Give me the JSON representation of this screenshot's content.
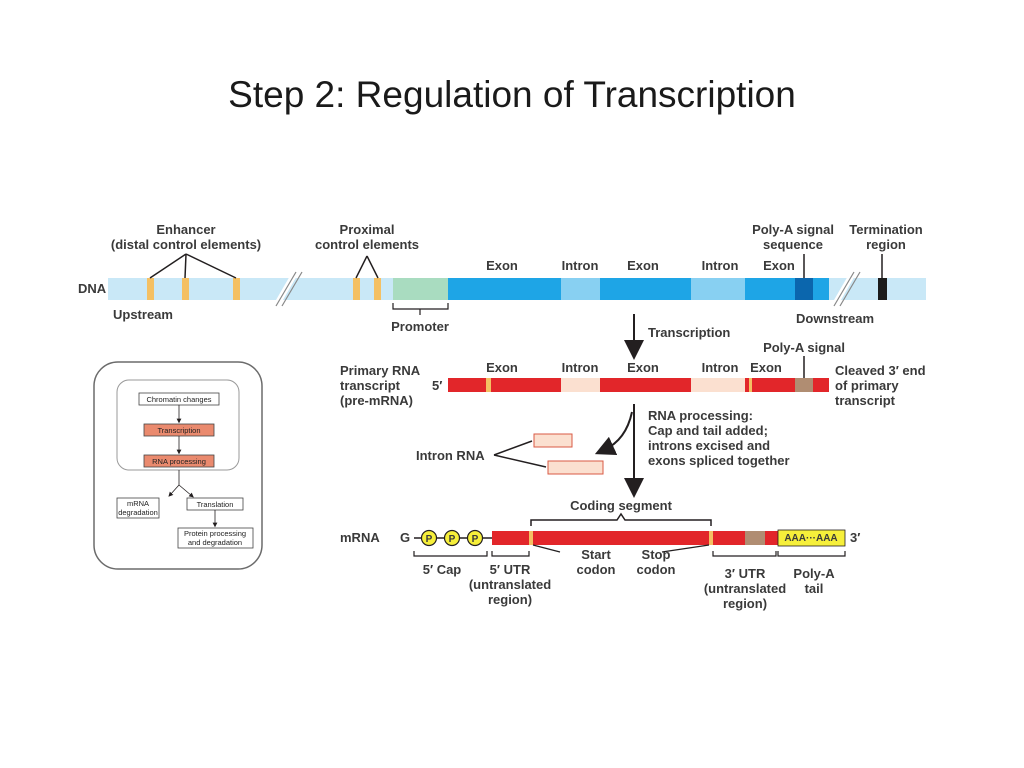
{
  "title": "Step 2: Regulation of Transcription",
  "dna": {
    "label": "DNA",
    "enhancer_l1": "Enhancer",
    "enhancer_l2": "(distal control elements)",
    "proximal_l1": "Proximal",
    "proximal_l2": "control elements",
    "exon": "Exon",
    "intron": "Intron",
    "polya_l1": "Poly-A signal",
    "polya_l2": "sequence",
    "term_l1": "Termination",
    "term_l2": "region",
    "upstream": "Upstream",
    "promoter": "Promoter",
    "downstream": "Downstream"
  },
  "transcription_label": "Transcription",
  "primary": {
    "l1": "Primary RNA",
    "l2": "transcript",
    "l3": "(pre-mRNA)",
    "five": "5′",
    "exon": "Exon",
    "intron": "Intron",
    "polya_signal": "Poly-A signal",
    "cleaved_l1": "Cleaved 3′ end",
    "cleaved_l2": "of primary",
    "cleaved_l3": "transcript"
  },
  "processing": {
    "l1": "RNA processing:",
    "l2": "Cap and tail added;",
    "l3": "introns excised and",
    "l4": "exons spliced together"
  },
  "intron_rna": "Intron RNA",
  "mrna": {
    "label": "mRNA",
    "g": "G",
    "p": "P",
    "three": "3′",
    "coding_segment": "Coding segment",
    "aaa": "AAA···AAA",
    "cap": "5′ Cap",
    "utr5_l1": "5′ UTR",
    "utr5_l2": "(untranslated",
    "utr5_l3": "region)",
    "start_l1": "Start",
    "start_l2": "codon",
    "stop_l1": "Stop",
    "stop_l2": "codon",
    "utr3_l1": "3′ UTR",
    "utr3_l2": "(untranslated",
    "utr3_l3": "region)",
    "polya_l1": "Poly-A",
    "polya_l2": "tail"
  },
  "flow": {
    "chromatin": "Chromatin changes",
    "transcription": "Transcription",
    "rna_processing": "RNA processing",
    "mrna_deg_l1": "mRNA",
    "mrna_deg_l2": "degradation",
    "translation": "Translation",
    "protein_l1": "Protein processing",
    "protein_l2": "and degradation"
  },
  "colors": {
    "dna_light": "#c9e8f7",
    "dna_exon": "#1ea5e6",
    "dna_intron": "#88d0f2",
    "enhancer": "#f4c063",
    "promoter": "#a9dcc0",
    "rna_red": "#e2262a",
    "rna_intron": "#fbe0d0",
    "utr_brown": "#b08d72",
    "polya_yellow": "#f6ef3a",
    "flow_highlight": "#ea8a6e"
  }
}
